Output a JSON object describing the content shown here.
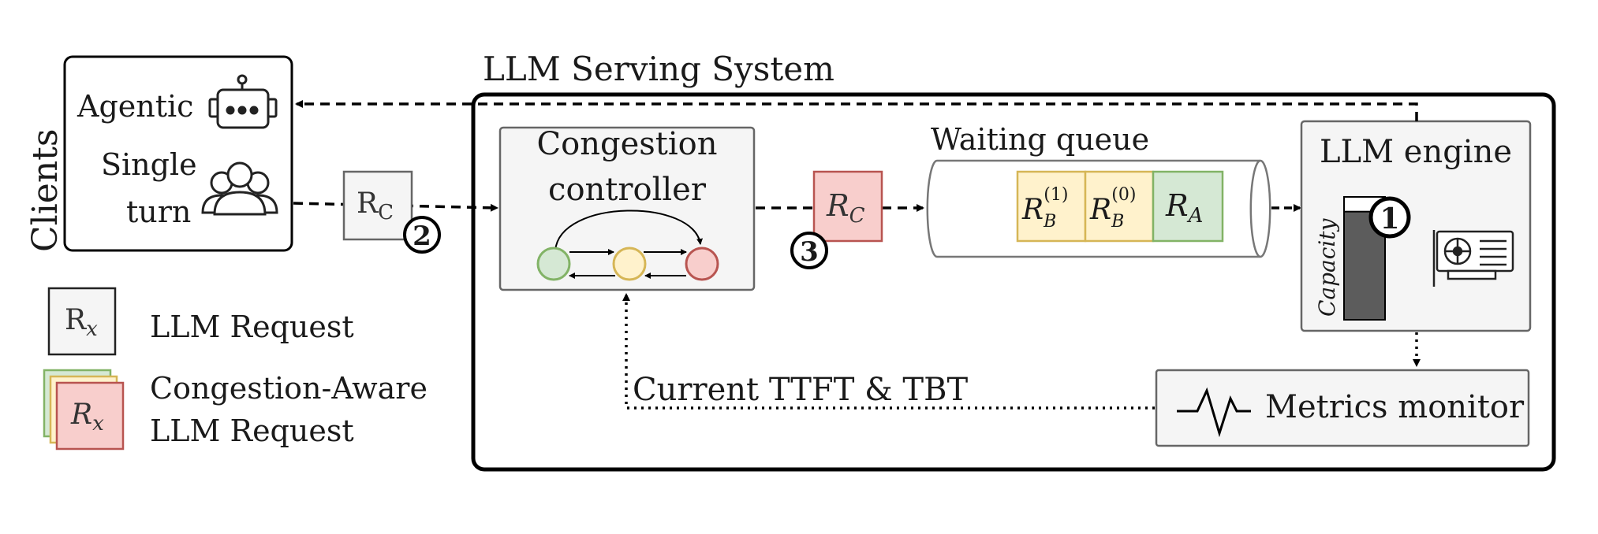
{
  "clients": {
    "vertical_label": "Clients",
    "agentic_label": "Agentic",
    "single_turn_line1": "Single",
    "single_turn_line2": "turn",
    "agentic_icon": "robot-icon",
    "single_turn_icon": "users-icon"
  },
  "legend": {
    "request_symbol_main": "R",
    "request_symbol_sub": "x",
    "request_label": "LLM Request",
    "ca_symbol_main": "R",
    "ca_symbol_sub": "x",
    "ca_label_line1": "Congestion-Aware",
    "ca_label_line2": "LLM Request"
  },
  "system": {
    "title": "LLM Serving System"
  },
  "incoming_request": {
    "main": "R",
    "sub": "C",
    "step": "2"
  },
  "controller": {
    "title_line1": "Congestion",
    "title_line2": "controller",
    "state_colors": [
      "#d5e8d4",
      "#fff2cc",
      "#f8cecc"
    ],
    "state_stroke_colors": [
      "#82b366",
      "#d6b656",
      "#b85450"
    ]
  },
  "admitted_request": {
    "main": "R",
    "sub": "C",
    "step": "3"
  },
  "queue": {
    "title": "Waiting queue",
    "items": [
      {
        "main": "R",
        "sub": "B",
        "sup": "(1)"
      },
      {
        "main": "R",
        "sub": "B",
        "sup": "(0)"
      },
      {
        "main": "R",
        "sub": "A",
        "sup": ""
      }
    ]
  },
  "engine": {
    "title": "LLM engine",
    "capacity_label": "Capacity",
    "step": "1",
    "capacity_fill_fraction": 0.88,
    "gpu_icon": "gpu-card-icon"
  },
  "monitor": {
    "label": "Metrics monitor",
    "icon": "pulse-icon"
  },
  "feedback": {
    "label": "Current TTFT & TBT"
  },
  "colors": {
    "box_fill": "#f5f5f5",
    "box_stroke": "#666666",
    "red_fill": "#f8cecc",
    "red_stroke": "#b85450",
    "yellow_fill": "#fff2cc",
    "yellow_stroke": "#d6b656",
    "green_fill": "#d5e8d4",
    "green_stroke": "#82b366",
    "capacity_fill": "#5c5c5c"
  }
}
